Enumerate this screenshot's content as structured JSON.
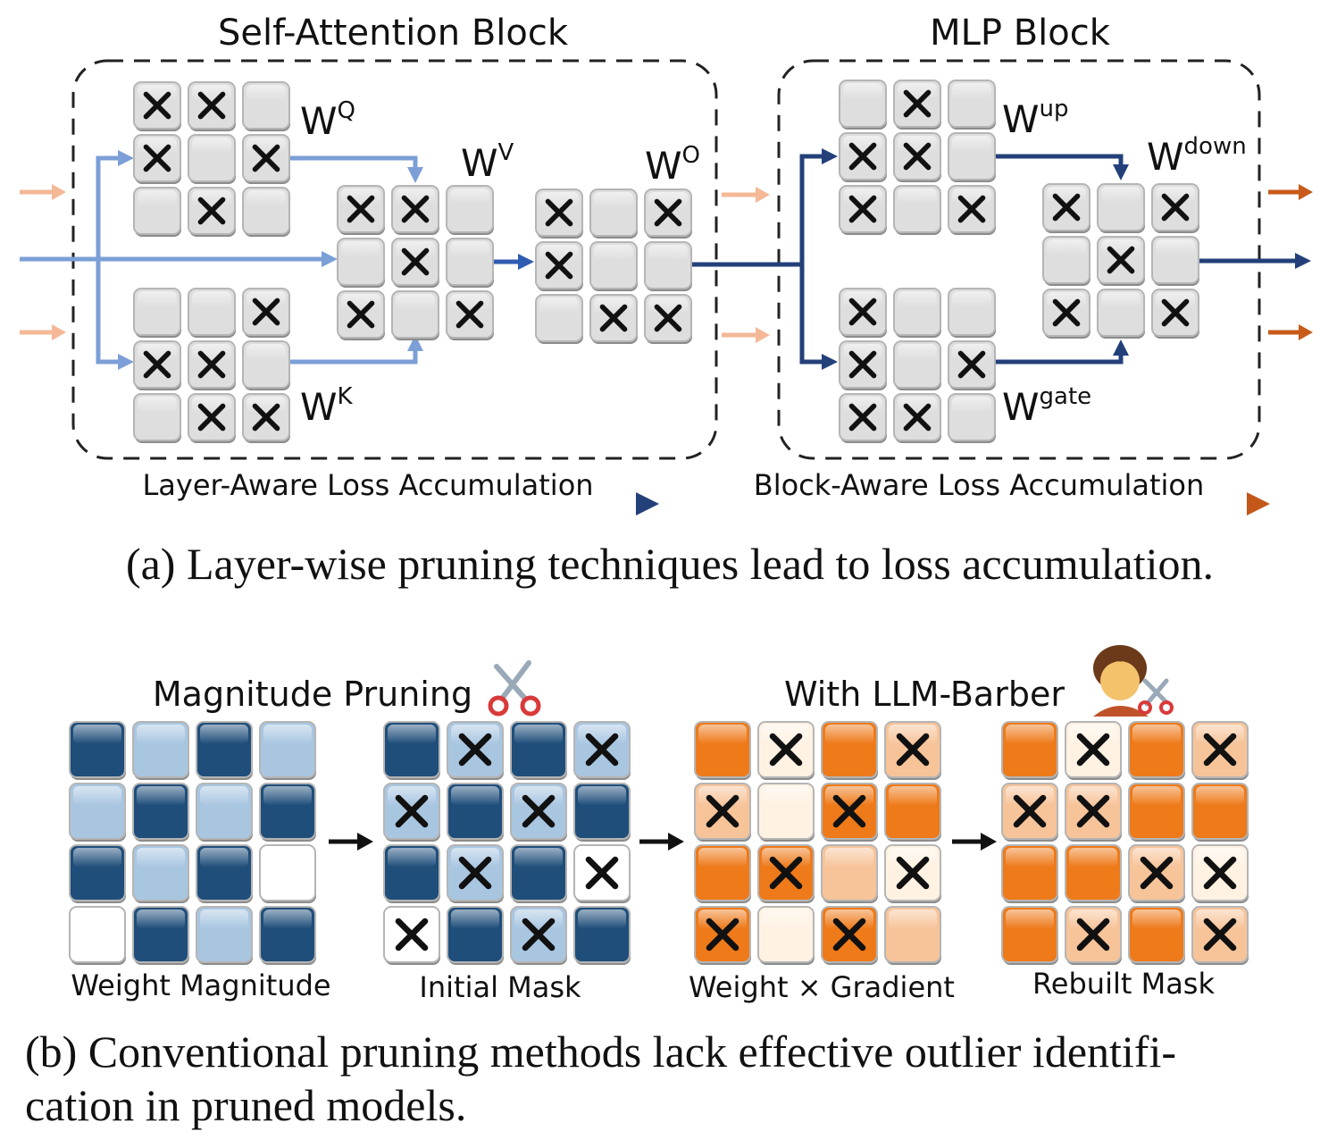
{
  "panel_a": {
    "attention_title": "Self-Attention Block",
    "mlp_title": "MLP Block",
    "labels": {
      "wq": {
        "base": "W",
        "sup": "Q"
      },
      "wk": {
        "base": "W",
        "sup": "K"
      },
      "wv": {
        "base": "W",
        "sup": "V"
      },
      "wo": {
        "base": "W",
        "sup": "O"
      },
      "wup": {
        "base": "W",
        "sup": "up"
      },
      "wgate": {
        "base": "W",
        "sup": "gate"
      },
      "wdown": {
        "base": "W",
        "sup": "down"
      }
    },
    "grids": {
      "wq": [
        [
          1,
          1,
          0
        ],
        [
          1,
          0,
          1
        ],
        [
          0,
          1,
          0
        ]
      ],
      "wk": [
        [
          0,
          0,
          1
        ],
        [
          1,
          1,
          0
        ],
        [
          0,
          1,
          1
        ]
      ],
      "wv": [
        [
          1,
          1,
          0
        ],
        [
          0,
          1,
          0
        ],
        [
          1,
          0,
          1
        ]
      ],
      "wo": [
        [
          1,
          0,
          1
        ],
        [
          1,
          0,
          0
        ],
        [
          0,
          1,
          1
        ]
      ],
      "wup": [
        [
          0,
          1,
          0
        ],
        [
          1,
          1,
          0
        ],
        [
          1,
          0,
          1
        ]
      ],
      "wgate": [
        [
          1,
          0,
          0
        ],
        [
          1,
          0,
          1
        ],
        [
          1,
          1,
          0
        ]
      ],
      "wdown": [
        [
          1,
          0,
          1
        ],
        [
          0,
          1,
          0
        ],
        [
          1,
          0,
          1
        ]
      ]
    },
    "layer_arrow_label": "Layer-Aware Loss Accumulation",
    "block_arrow_label": "Block-Aware Loss Accumulation",
    "caption": "(a) Layer-wise pruning techniques lead to loss accumulation."
  },
  "panel_b": {
    "magnitude_title": "Magnitude Pruning",
    "barber_title": "With LLM-Barber",
    "grid_labels": {
      "weight_magnitude": "Weight Magnitude",
      "initial_mask": "Initial Mask",
      "weight_gradient": "Weight × Gradient",
      "rebuilt_mask": "Rebuilt Mask"
    },
    "blue_levels": [
      [
        3,
        1,
        3,
        1
      ],
      [
        1,
        3,
        1,
        3
      ],
      [
        3,
        1,
        3,
        0
      ],
      [
        0,
        3,
        1,
        3
      ]
    ],
    "initial_mask_x": [
      [
        0,
        1,
        0,
        1
      ],
      [
        1,
        0,
        1,
        0
      ],
      [
        0,
        1,
        0,
        1
      ],
      [
        1,
        0,
        1,
        0
      ]
    ],
    "orange_levels": [
      [
        3,
        0,
        3,
        1
      ],
      [
        1,
        0,
        3,
        3
      ],
      [
        3,
        3,
        1,
        0
      ],
      [
        3,
        0,
        3,
        1
      ]
    ],
    "gradient_x": [
      [
        0,
        1,
        0,
        1
      ],
      [
        1,
        0,
        1,
        0
      ],
      [
        0,
        1,
        0,
        1
      ],
      [
        1,
        0,
        1,
        0
      ]
    ],
    "rebuilt_levels": [
      [
        3,
        0,
        3,
        1
      ],
      [
        1,
        1,
        3,
        3
      ],
      [
        3,
        3,
        1,
        0
      ],
      [
        3,
        1,
        3,
        1
      ]
    ],
    "rebuilt_x": [
      [
        0,
        1,
        0,
        1
      ],
      [
        1,
        1,
        0,
        0
      ],
      [
        0,
        0,
        1,
        1
      ],
      [
        0,
        1,
        0,
        1
      ]
    ],
    "blue_palette": [
      "#ffffff",
      "#a9c6e1",
      "#7fa6cc",
      "#1f4e7a"
    ],
    "orange_palette": [
      "#fff2e3",
      "#f7c49a",
      "#f3a15c",
      "#ee7a1a"
    ],
    "caption_line1": "(b) Conventional pruning methods lack effective outlier identifi-",
    "caption_line2": "cation in pruned models."
  },
  "colors": {
    "attention_arrow": "#7b9fd6",
    "mlp_arrow": "#23407a",
    "peach_arrow": "#f4b897",
    "orange_arrow": "#c85a1a",
    "cell_gray": "#dedede"
  }
}
